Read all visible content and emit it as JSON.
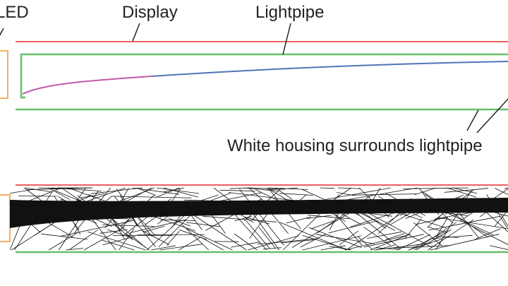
{
  "labels": {
    "led": "LED",
    "display": "Display",
    "lightpipe": "Lightpipe",
    "housing": "White housing surrounds lightpipe"
  },
  "colors": {
    "display_line": "#e8615d",
    "lightpipe_outline": "#66c06a",
    "led_outline": "#f2b061",
    "curve_near_led": "#c25aa6",
    "curve_far": "#4f74b8",
    "rays": "#111111",
    "text": "#222222"
  }
}
